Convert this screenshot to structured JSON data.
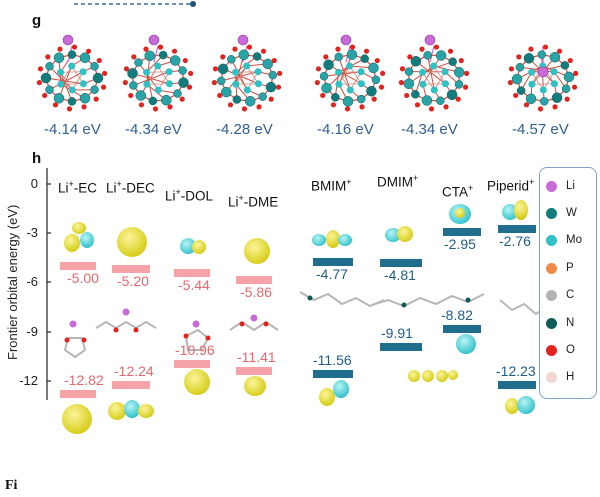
{
  "panel_g": {
    "letter": "g",
    "energies": [
      "-4.14 eV",
      "-4.34 eV",
      "-4.28 eV",
      "-4.16 eV",
      "-4.34 eV",
      "-4.57 eV"
    ]
  },
  "panel_h": {
    "letter": "h",
    "y_axis_label": "Frontier orbital energy (eV)",
    "y_ticks": [
      "0",
      "-3",
      "-6",
      "-9",
      "-12"
    ],
    "categories": [
      {
        "base": "Li",
        "sup": "+",
        "rest": "-EC",
        "lumo": "-5.00",
        "homo": "-12.82"
      },
      {
        "base": "Li",
        "sup": "+",
        "rest": "-DEC",
        "lumo": "-5.20",
        "homo": "-12.24"
      },
      {
        "base": "Li",
        "sup": "+",
        "rest": "-DOL",
        "lumo": "-5.44",
        "homo": "-10.96"
      },
      {
        "base": "Li",
        "sup": "+",
        "rest": "-DME",
        "lumo": "-5.86",
        "homo": "-11.41"
      },
      {
        "base": "BMIM",
        "sup": "+",
        "rest": "",
        "lumo": "-4.77",
        "homo": "-11.56"
      },
      {
        "base": "DMIM",
        "sup": "+",
        "rest": "",
        "lumo": "-4.81",
        "homo": "-9.91"
      },
      {
        "base": "CTA",
        "sup": "+",
        "rest": "",
        "lumo": "-2.95",
        "homo": "-8.82"
      },
      {
        "base": "Piperid",
        "sup": "+",
        "rest": "",
        "lumo": "-2.76",
        "homo": "-12.23"
      }
    ],
    "colors": {
      "lithium_bar": "#f5a3a8",
      "lithium_text": "#e8666c",
      "cation_bar": "#1f6e8e",
      "cation_text": "#1e5e86"
    }
  },
  "legend": {
    "items": [
      {
        "label": "Li",
        "color": "#c86ad8"
      },
      {
        "label": "W",
        "color": "#127b7b"
      },
      {
        "label": "Mo",
        "color": "#2fc1c4"
      },
      {
        "label": "P",
        "color": "#f08a4b"
      },
      {
        "label": "C",
        "color": "#b4b4b4"
      },
      {
        "label": "N",
        "color": "#0e5b58"
      },
      {
        "label": "O",
        "color": "#e3231d"
      },
      {
        "label": "H",
        "color": "#f2d4d0"
      }
    ]
  },
  "footer_text": "Fi"
}
